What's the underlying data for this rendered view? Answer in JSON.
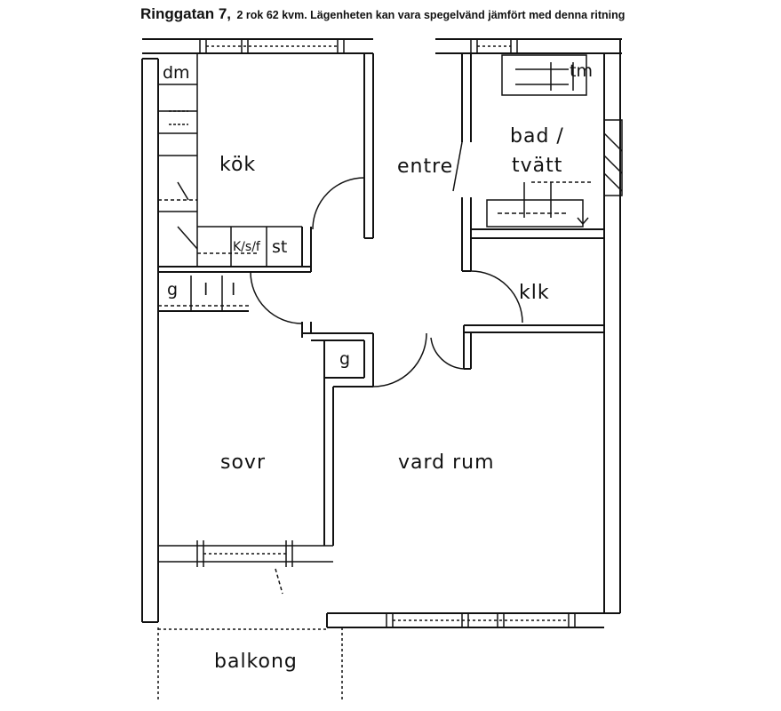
{
  "header": {
    "title": "Ringgatan 7,",
    "subtitle": "2 rok 62 kvm. Lägenheten kan vara spegelvänd jämfört med denna ritning"
  },
  "rooms": {
    "dm": "dm",
    "kok": "kök",
    "entre": "entre",
    "bad1": "bad /",
    "bad2": "tvätt",
    "tm": "tm",
    "kfs": "K/s/f",
    "st": "st",
    "g1": "g",
    "l1": "l",
    "l2": "l",
    "klk": "klk",
    "g2": "g",
    "sovr": "sovr",
    "vardrum": "vard rum",
    "balkong": "balkong"
  },
  "colors": {
    "ink": "#111111",
    "paper": "#ffffff"
  }
}
